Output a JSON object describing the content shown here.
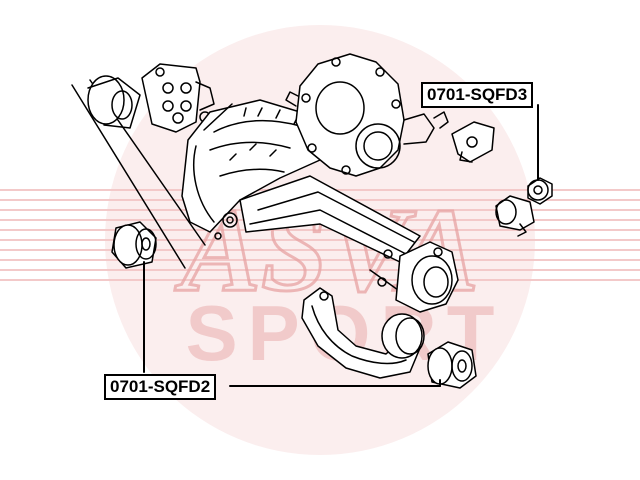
{
  "watermark": {
    "brand_top": "ASVA",
    "brand_bottom": "SPORT",
    "color": "#e06a6a"
  },
  "parts": [
    {
      "part_number": "0701-SQFD3"
    },
    {
      "part_number": "0701-SQFD2"
    }
  ],
  "colors": {
    "line": "#000000",
    "watermark": "#e06a6a",
    "watermark_circle": "#f7dede"
  }
}
